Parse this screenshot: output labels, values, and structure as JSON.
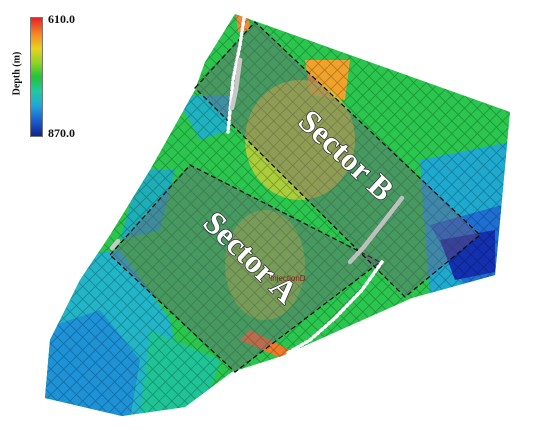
{
  "legend": {
    "title": "Depth (m)",
    "max_label": "610.0",
    "min_label": "870.0"
  },
  "sectors": [
    {
      "label": "Sector A"
    },
    {
      "label": "Sector B"
    }
  ],
  "well_label": "InjectionD",
  "colors": {
    "shallow": "#e8202a",
    "mid_shallow": "#e7d21e",
    "mid": "#21c33a",
    "mid_deep": "#1ea8d8",
    "deep": "#10238f",
    "sector_overlay": "#6b5a78",
    "sector_border": "#111111",
    "well_track": "#ffffff"
  }
}
